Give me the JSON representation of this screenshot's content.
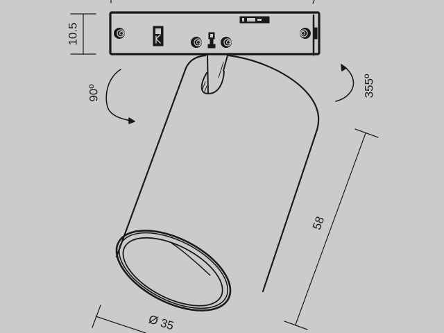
{
  "drawing": {
    "subject": "Track spotlight technical drawing",
    "background_color": "#cbcbcb",
    "line_color": "#1a1a1a"
  },
  "dimensions": {
    "height_label": "10.5",
    "rotation_vertical_label": "90º",
    "rotation_horizontal_label": "355º",
    "length_label": "58",
    "diameter_label": "Ø 35"
  }
}
